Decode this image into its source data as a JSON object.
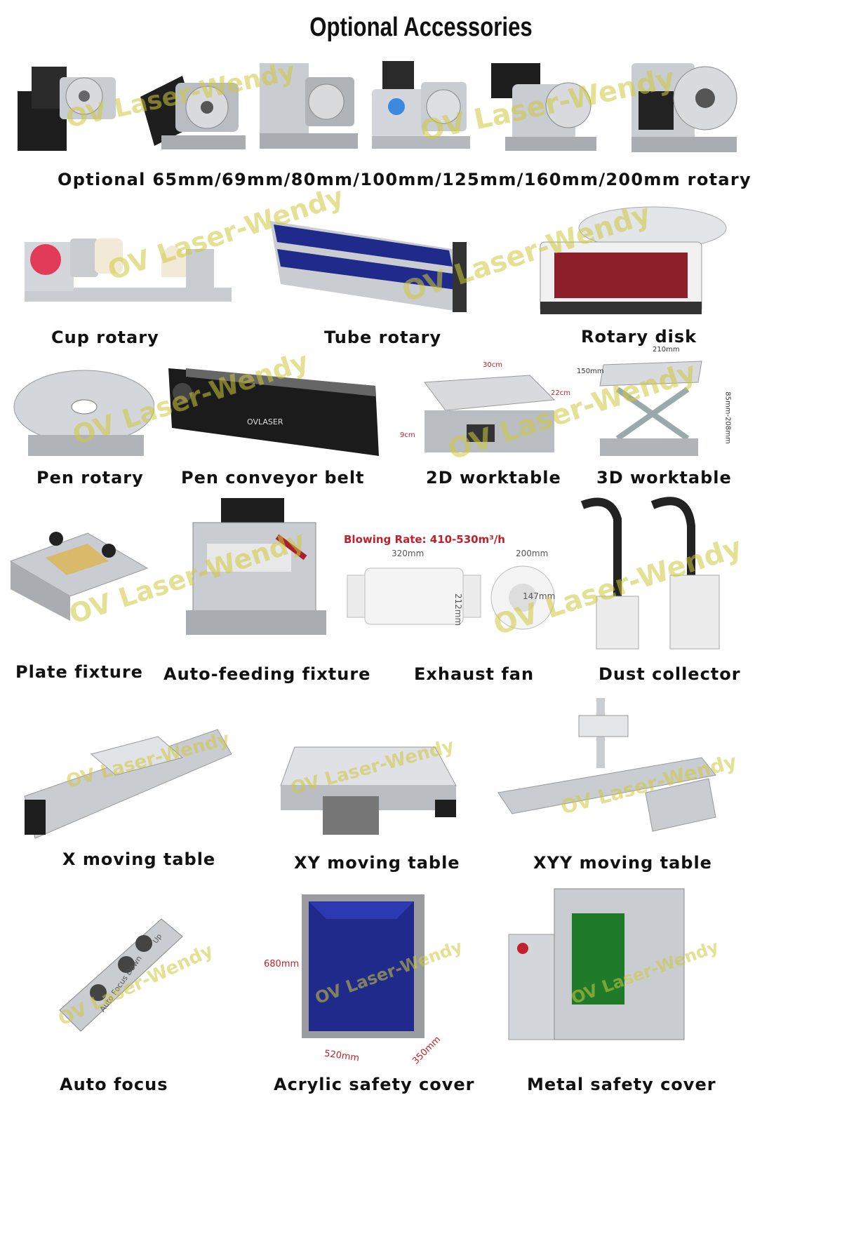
{
  "title": "Optional Accessories",
  "watermark": "OV Laser-Wendy",
  "captions": {
    "rotary_sizes": "Optional 65mm/69mm/80mm/100mm/125mm/160mm/200mm rotary",
    "cup_rotary": "Cup rotary",
    "tube_rotary": "Tube rotary",
    "rotary_disk": "Rotary disk",
    "pen_rotary": "Pen rotary",
    "pen_conveyor": "Pen conveyor belt",
    "worktable_2d": "2D worktable",
    "worktable_3d": "3D worktable",
    "plate_fixture": "Plate fixture",
    "auto_feeding": "Auto-feeding fixture",
    "exhaust_fan": "Exhaust fan",
    "dust_collector": "Dust collector",
    "x_table": "X moving table",
    "xy_table": "XY moving table",
    "xyy_table": "XYY moving table",
    "auto_focus": "Auto focus",
    "acrylic_cover": "Acrylic safety cover",
    "metal_cover": "Metal safety cover"
  },
  "dimensions": {
    "wt2d_w": "30cm",
    "wt2d_d": "22cm",
    "wt2d_h": "9cm",
    "wt3d_w": "210mm",
    "wt3d_d": "150mm",
    "wt3d_h": "85mm-208mm",
    "fan_rate": "Blowing Rate:  410-530m³/h",
    "fan_len": "320mm",
    "fan_dia": "200mm",
    "fan_h": "212mm",
    "fan_inner": "147mm",
    "cover_h": "680mm",
    "cover_w": "520mm",
    "cover_d": "350mm"
  },
  "labels": {
    "conveyor_brand": "OVLASER",
    "focus_up": "Up",
    "focus_down": "Down",
    "focus_auto": "Auto Focus"
  },
  "colors": {
    "metal": "#c9ccd0",
    "dark": "#222222",
    "blue": "#1f2a8a",
    "red": "#c0212a",
    "green": "#1f7a2a",
    "watermark": "#cdc83c"
  }
}
